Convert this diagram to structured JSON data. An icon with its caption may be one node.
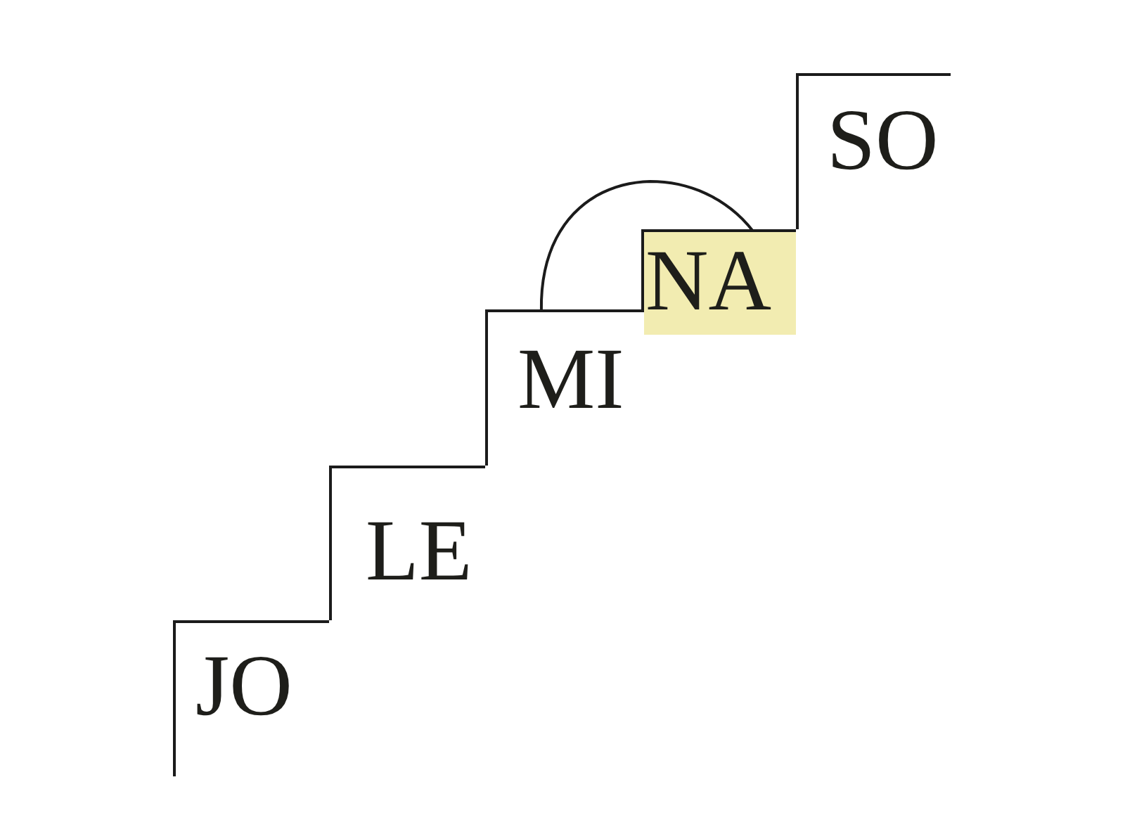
{
  "diagram": {
    "nodes": [
      {
        "text": [
          "JO"
        ]
      },
      {
        "text": [
          "LE"
        ]
      },
      {
        "text": [
          "MI"
        ]
      },
      {
        "text": [
          "NA"
        ]
      },
      {
        "text": [
          "SO"
        ]
      }
    ],
    "edges": [
      {
        "from": 2,
        "to": 3,
        "arrow": "none"
      }
    ]
  }
}
